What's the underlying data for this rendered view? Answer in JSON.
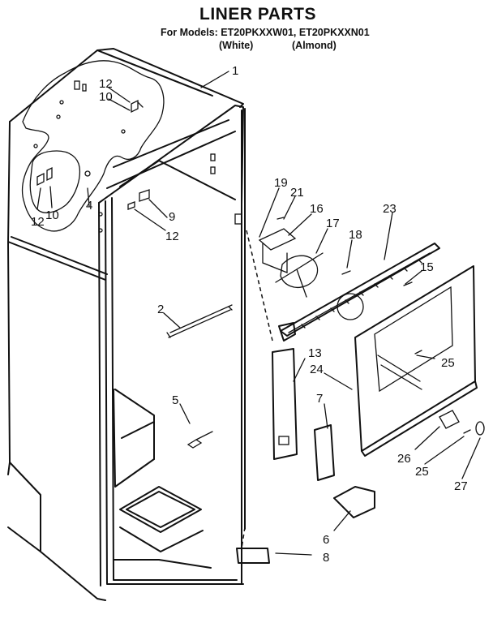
{
  "header": {
    "title": "LINER PARTS",
    "models": "For Models: ET20PKXXW01, ET20PKXXN01",
    "variant_white": "(White)",
    "variant_almond": "(Almond)"
  },
  "callouts": [
    "1",
    "12",
    "10",
    "12",
    "10",
    "4",
    "9",
    "12",
    "2",
    "5",
    "19",
    "21",
    "16",
    "17",
    "18",
    "23",
    "15",
    "13",
    "24",
    "25",
    "7",
    "26",
    "25",
    "27",
    "6",
    "8"
  ]
}
